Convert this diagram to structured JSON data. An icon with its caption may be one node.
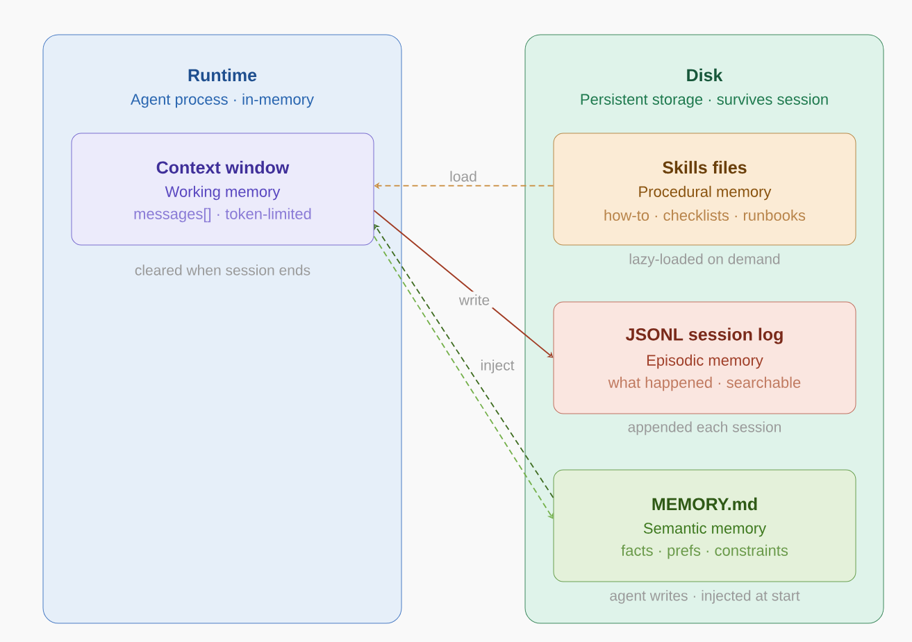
{
  "diagram": {
    "nodes": [
      {
        "text": [
          "Runtime",
          "Agent process · in-memory"
        ]
      },
      {
        "text": [
          "Context window",
          "Working memory",
          "messages[] · token-limited"
        ],
        "in": 0,
        "beside": [
          "cleared when session ends"
        ]
      },
      {
        "text": [
          "Disk",
          "Persistent storage · survives session"
        ]
      },
      {
        "text": [
          "Skills files",
          "Procedural memory",
          "how-to · checklists · runbooks"
        ],
        "in": 2,
        "beside": [
          "lazy-loaded on demand"
        ]
      },
      {
        "text": [
          "JSONL session log",
          "Episodic memory",
          "what happened · searchable"
        ],
        "in": 2,
        "beside": [
          "appended each session"
        ]
      },
      {
        "text": [
          "MEMORY.md",
          "Semantic memory",
          "facts · prefs · constraints"
        ],
        "in": 2,
        "beside": [
          "agent writes · injected at start"
        ]
      }
    ],
    "edges": [
      {
        "from": 3,
        "to": 1,
        "arrow": "to",
        "label": "load",
        "style": "dashed",
        "color": "#c98a3a"
      },
      {
        "from": 1,
        "to": 4,
        "arrow": "to",
        "label": "write",
        "color": "#a03a22"
      },
      {
        "from": 5,
        "to": 1,
        "arrow": "to",
        "label": "inject",
        "style": "dashed",
        "color": "#3d6b1f"
      },
      {
        "from": 1,
        "to": 5,
        "arrow": "to",
        "style": "dashed",
        "color": "#74b04a"
      }
    ]
  }
}
